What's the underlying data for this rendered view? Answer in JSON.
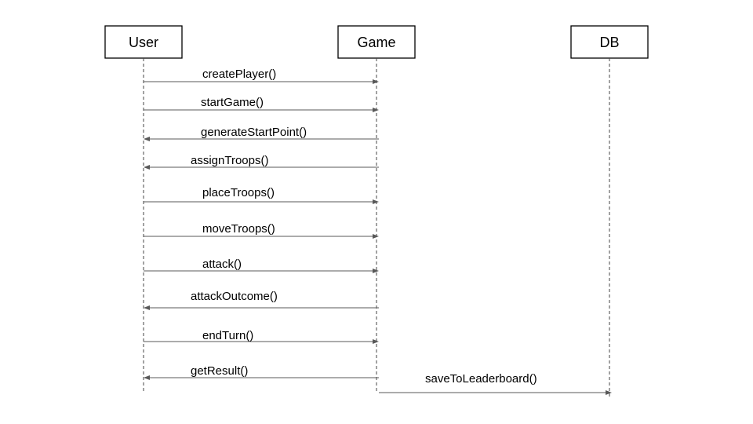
{
  "actors": [
    {
      "id": "user",
      "label": "User"
    },
    {
      "id": "game",
      "label": "Game"
    },
    {
      "id": "db",
      "label": "DB"
    }
  ],
  "messages": [
    {
      "from": "user",
      "to": "game",
      "label": "createPlayer()"
    },
    {
      "from": "user",
      "to": "game",
      "label": "startGame()"
    },
    {
      "from": "game",
      "to": "user",
      "label": "generateStartPoint()"
    },
    {
      "from": "game",
      "to": "user",
      "label": "assignTroops()"
    },
    {
      "from": "user",
      "to": "game",
      "label": "placeTroops()"
    },
    {
      "from": "user",
      "to": "game",
      "label": "moveTroops()"
    },
    {
      "from": "user",
      "to": "game",
      "label": "attack()"
    },
    {
      "from": "game",
      "to": "user",
      "label": "attackOutcome()"
    },
    {
      "from": "user",
      "to": "game",
      "label": "endTurn()"
    },
    {
      "from": "game",
      "to": "user",
      "label": "getResult()"
    },
    {
      "from": "game",
      "to": "db",
      "label": "saveToLeaderboard()"
    }
  ]
}
